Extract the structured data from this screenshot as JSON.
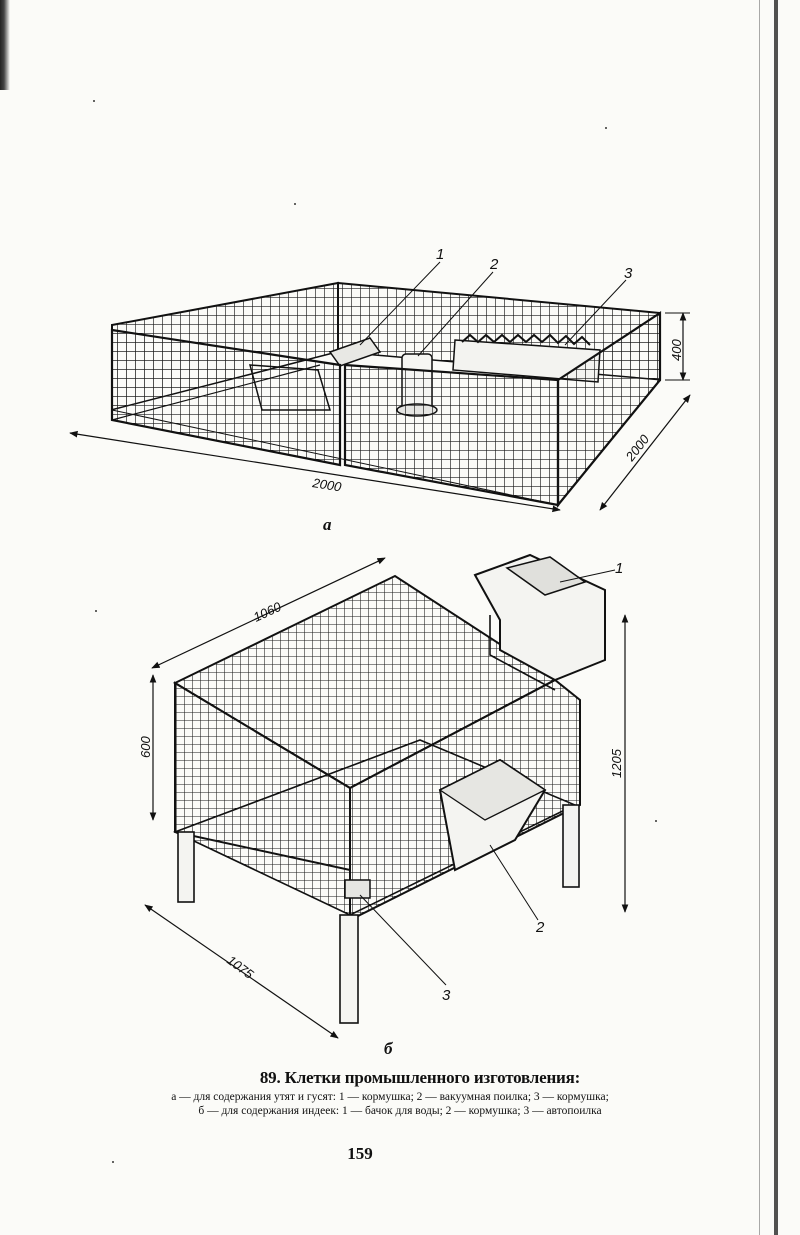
{
  "figure_a": {
    "sublabel": "а",
    "callouts": [
      "1",
      "2",
      "3"
    ],
    "dimensions": {
      "length": "2000",
      "width": "2000",
      "height": "400"
    }
  },
  "figure_b": {
    "sublabel": "б",
    "callouts": [
      "1",
      "2",
      "3"
    ],
    "dimensions": {
      "length": "1060",
      "depth": "1075",
      "height": "600",
      "total_height": "1205"
    }
  },
  "caption": {
    "title": "89. Клетки промышленного изготовления:",
    "line_a": "а — для содержания утят и гусят: 1 — кормушка; 2 — вакуумная поилка; 3 — кормушка;",
    "line_b": "б — для содержания индеек: 1 — бачок для воды; 2 — кормушка; 3 — автопоилка"
  },
  "page_number": "159"
}
